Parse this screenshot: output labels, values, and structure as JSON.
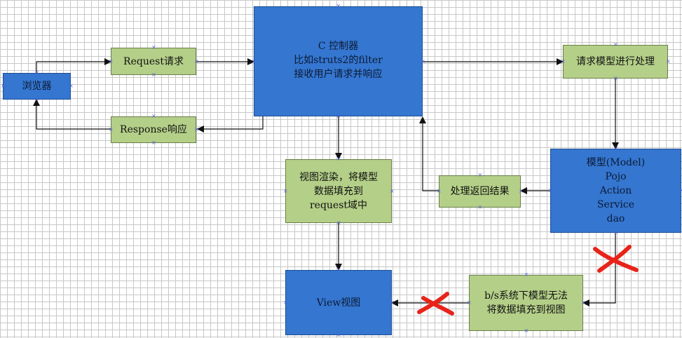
{
  "nodes": {
    "browser": {
      "lines": [
        "浏览器"
      ]
    },
    "request": {
      "lines": [
        "Request请求"
      ]
    },
    "response": {
      "lines": [
        "Response响应"
      ]
    },
    "controller": {
      "lines": [
        "C  控制器",
        "比如struts2的filter",
        "接收用户请求并响应"
      ]
    },
    "process_model": {
      "lines": [
        "请求模型进行处理"
      ]
    },
    "model": {
      "lines": [
        "模型(Model)",
        "Pojo",
        "Action",
        "Service",
        "dao"
      ]
    },
    "return_result": {
      "lines": [
        "处理返回结果"
      ]
    },
    "render": {
      "lines": [
        "视图渲染，将模型",
        "数据填充到",
        "request域中"
      ]
    },
    "view": {
      "lines": [
        "View视图"
      ]
    },
    "bs_note": {
      "lines": [
        "b/s系统下模型无法",
        "将数据填充到视图"
      ]
    }
  },
  "colors": {
    "green_fill": "#b4cf88",
    "blue_fill": "#3476d0",
    "arrow": "#111111",
    "cross_mark": "#e8231a",
    "grid": "#c8c8c8"
  }
}
